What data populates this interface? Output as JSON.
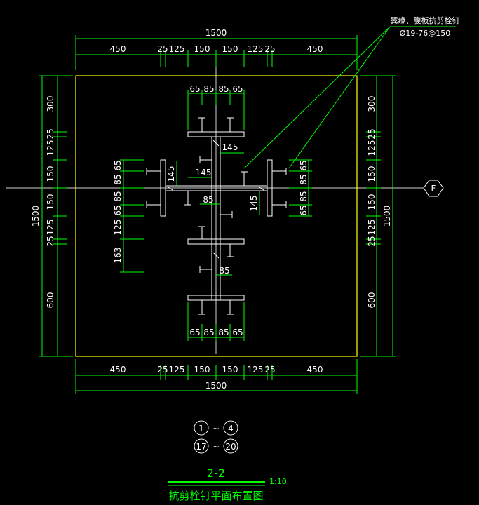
{
  "dims": {
    "overall_width": "1500",
    "overall_height": "1500",
    "segments_h": [
      "450",
      "25",
      "125",
      "150",
      "150",
      "125",
      "25",
      "450"
    ],
    "segments_v_left": [
      "300",
      "125",
      "25",
      "150",
      "150",
      "25",
      "125",
      "600"
    ],
    "segments_v_right": [
      "300",
      "125",
      "25",
      "150",
      "150",
      "25",
      "125",
      "600"
    ],
    "flange_studs": [
      "65",
      "85",
      "85",
      "65"
    ],
    "web_side_studs": [
      "85",
      "65",
      "65",
      "85"
    ],
    "inner_v": [
      "65",
      "85",
      "85",
      "65",
      "125",
      "163"
    ],
    "offset_145": "145",
    "offset_85": "85"
  },
  "callout": {
    "line1": "翼缘、腹板抗剪栓钉",
    "line2": "Ø19-76@150"
  },
  "axis": {
    "label": "F"
  },
  "refs": {
    "a_start": "1",
    "a_sep": "~",
    "a_end": "4",
    "b_start": "17",
    "b_sep": "~",
    "b_end": "20"
  },
  "title_block": {
    "section": "2-2",
    "scale": "1:10",
    "name": "抗剪栓钉平面布置图"
  },
  "colors": {
    "background": "#000000",
    "dimension_lines": "#00ff00",
    "outline": "#ffff00",
    "steel": "#ffffff"
  }
}
